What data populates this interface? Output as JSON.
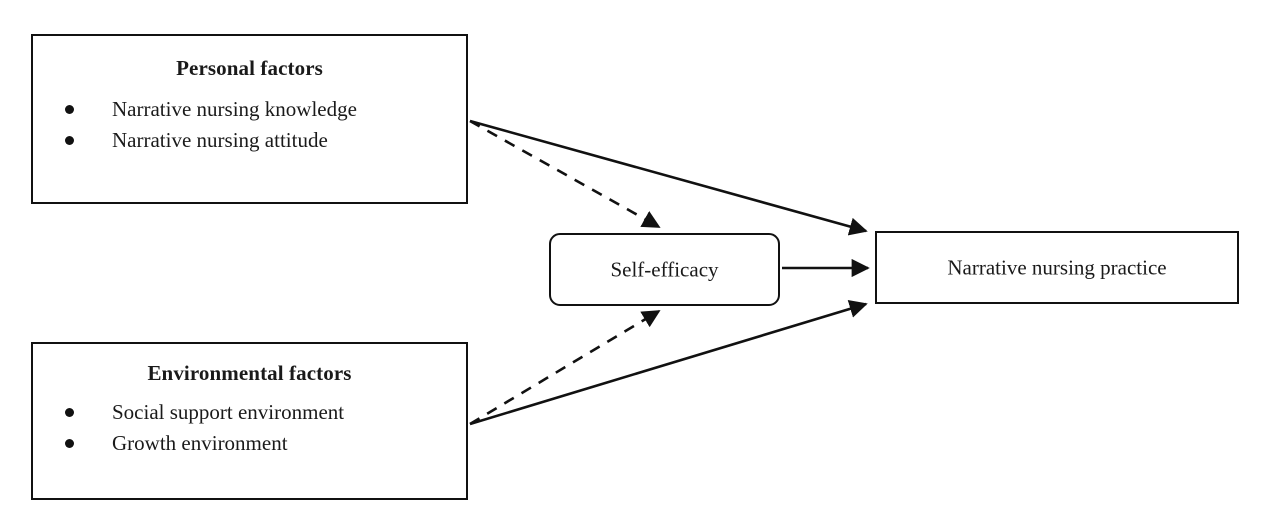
{
  "diagram": {
    "type": "conceptual-framework",
    "background_color": "#ffffff",
    "line_color": "#111111",
    "nodes": {
      "personal_factors": {
        "title": "Personal factors",
        "shape": "rectangle",
        "items": [
          "Narrative nursing knowledge",
          "Narrative nursing attitude"
        ]
      },
      "environmental_factors": {
        "title": "Environmental factors",
        "shape": "rectangle",
        "items": [
          "Social support environment",
          "Growth environment"
        ]
      },
      "self_efficacy": {
        "label": "Self-efficacy",
        "shape": "rounded-rectangle"
      },
      "narrative_nursing_practice": {
        "label": "Narrative nursing practice",
        "shape": "rectangle"
      }
    },
    "edges": [
      {
        "id": "personal-to-practice",
        "from": "personal_factors",
        "to": "narrative_nursing_practice",
        "style": "solid",
        "arrow": "end"
      },
      {
        "id": "personal-to-self-efficacy",
        "from": "personal_factors",
        "to": "self_efficacy",
        "style": "dashed",
        "arrow": "end"
      },
      {
        "id": "environmental-to-practice",
        "from": "environmental_factors",
        "to": "narrative_nursing_practice",
        "style": "solid",
        "arrow": "end"
      },
      {
        "id": "environmental-to-self-efficacy",
        "from": "environmental_factors",
        "to": "self_efficacy",
        "style": "dashed",
        "arrow": "end"
      },
      {
        "id": "self-efficacy-to-practice",
        "from": "self_efficacy",
        "to": "narrative_nursing_practice",
        "style": "solid",
        "arrow": "end"
      }
    ]
  }
}
